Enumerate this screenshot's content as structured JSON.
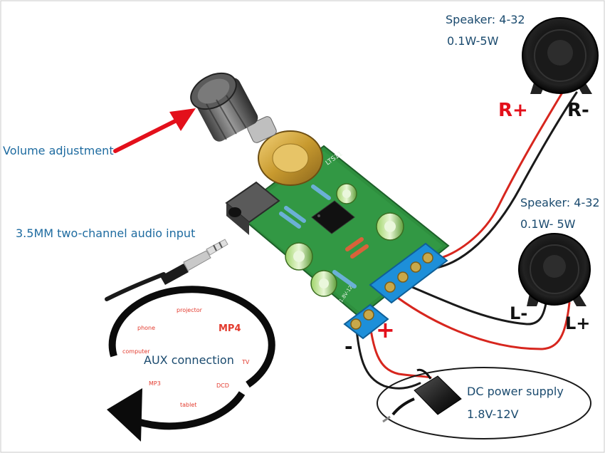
{
  "labels": {
    "speaker_r_line1": "Speaker: 4-32",
    "speaker_r_line2": "0.1W-5W",
    "speaker_l_line1": "Speaker: 4-32",
    "speaker_l_line2": "0.1W- 5W",
    "volume": "Volume adjustment",
    "audio_input": "3.5MM two-channel audio input",
    "power_line1": "DC power supply",
    "power_line2": "1.8V-12V",
    "aux_title": "AUX connection"
  },
  "polarity": {
    "r_plus": "R+",
    "r_minus": "R-",
    "l_minus": "L-",
    "l_plus": "L+",
    "power_plus": "+",
    "power_minus": "-"
  },
  "aux_devices": {
    "projector": "projector",
    "phone": "phone",
    "mp4": "MP4",
    "computer": "computer",
    "tv": "TV",
    "mp3": "MP3",
    "dcd": "DCD",
    "tablet": "tablet"
  },
  "board_silkscreen": {
    "chip": "LTS11",
    "power_marking": "1.8V-12V"
  },
  "colors": {
    "label_blue": "#1e6ba0",
    "accent_red": "#e3101b",
    "wire_red": "#d7261e",
    "wire_black": "#1a1a1a",
    "pcb_green": "#2e8f3e",
    "terminal_blue": "#1d8fd9"
  }
}
